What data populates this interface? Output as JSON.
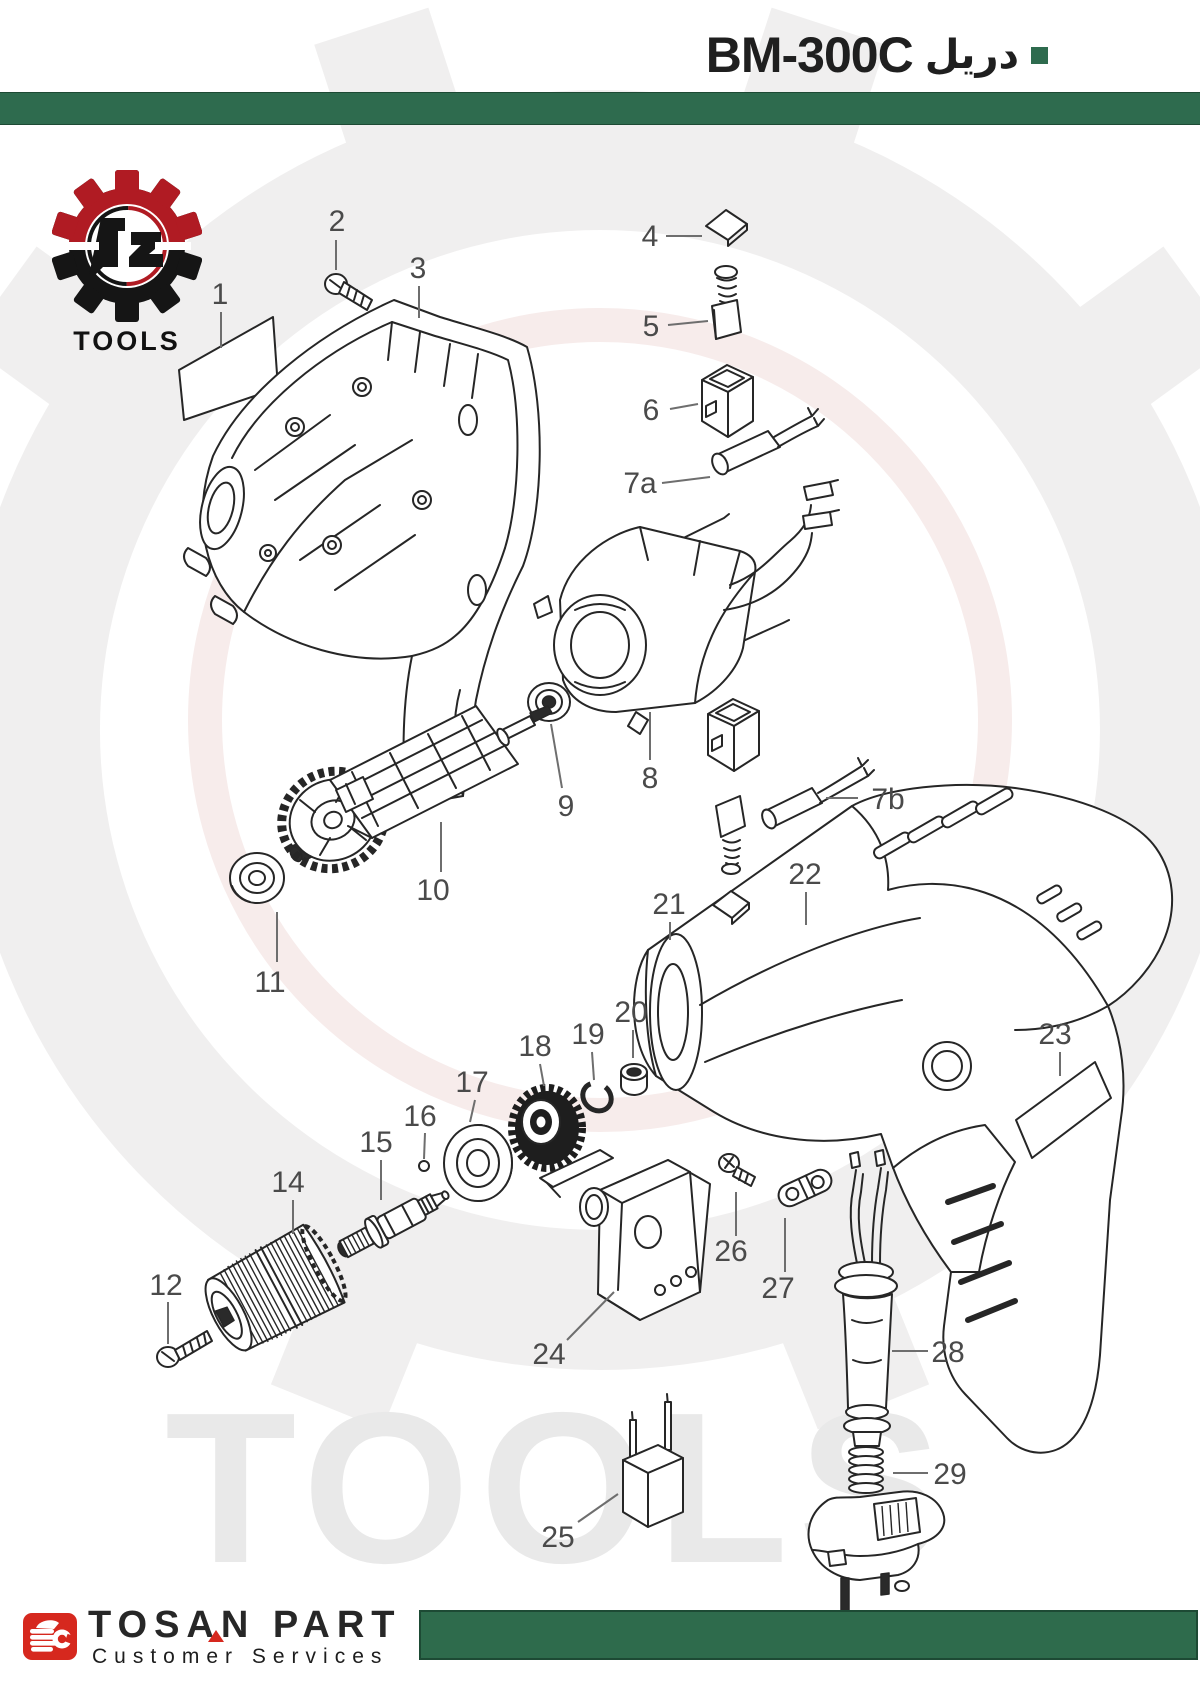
{
  "header": {
    "model": "BM-300C",
    "product_arabic": "دريل"
  },
  "brand_logo": {
    "text": "TOOLS"
  },
  "watermark": {
    "text": "TOOLS"
  },
  "footer": {
    "brand": "TOSAN PART",
    "tagline": "Customer Services"
  },
  "colors": {
    "accent_green": "#2e6b4e",
    "footer_green": "#2e6b4c",
    "logo_red": "#b01b23",
    "footer_icon_red": "#d6281e",
    "line_color": "#262626",
    "label_color": "#4a4a4a",
    "watermark_gray": "#efefef"
  },
  "diagram": {
    "labels": {
      "1": "1",
      "2": "2",
      "3": "3",
      "4": "4",
      "5": "5",
      "6": "6",
      "7a": "7a",
      "7b": "7b",
      "8": "8",
      "9": "9",
      "10": "10",
      "11": "11",
      "12": "12",
      "14": "14",
      "15": "15",
      "16": "16",
      "17": "17",
      "18": "18",
      "19": "19",
      "20": "20",
      "21": "21",
      "22": "22",
      "23": "23",
      "24": "24",
      "25": "25",
      "26": "26",
      "27": "27",
      "28": "28",
      "29": "29"
    }
  }
}
